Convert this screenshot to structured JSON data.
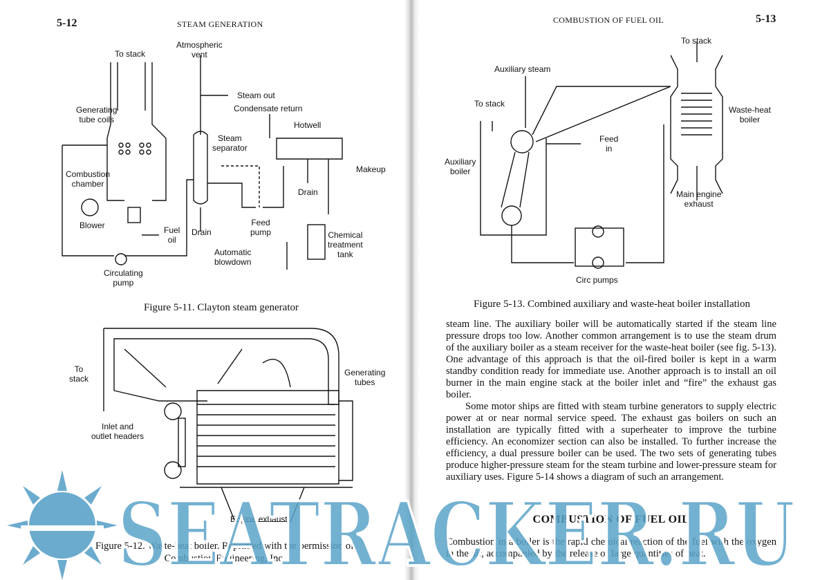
{
  "left_page": {
    "page_number": "5-12",
    "running_head": "STEAM GENERATION",
    "figure_5_11": {
      "caption": "Figure 5-11. Clayton steam generator",
      "labels": {
        "to_stack": "To stack",
        "atmospheric_vent": "Atmospheric\nvent",
        "steam_out": "Steam out",
        "generating_tube_coils": "Generating\ntube coils",
        "condensate_return": "Condensate return",
        "steam_separator": "Steam\nseparator",
        "hotwell": "Hotwell",
        "combustion_chamber": "Combustion\nchamber",
        "makeup": "Makeup",
        "drain_1": "Drain",
        "drain_2": "Drain",
        "blower": "Blower",
        "fuel_oil": "Fuel\noil",
        "feed_pump": "Feed\npump",
        "chemical_treatment_tank": "Chemical\ntreatment\ntank",
        "automatic_blowdown": "Automatic\nblowdown",
        "circulating_pump": "Circulating\npump"
      }
    },
    "figure_5_12": {
      "caption_line1": "Figure 5-12. Waste-heat boiler. Reprinted with the permission of",
      "caption_line2": "Combustion Engineering, Inc.",
      "labels": {
        "to_stack": "To\nstack",
        "generating_tubes": "Generating\ntubes",
        "inlet_outlet_headers": "Inlet and\noutlet headers",
        "engine_exhaust": "Engine exhaust"
      }
    }
  },
  "right_page": {
    "page_number": "5-13",
    "running_head": "COMBUSTION OF FUEL OIL",
    "figure_5_13": {
      "caption": "Figure 5-13. Combined auxiliary and waste-heat boiler installation",
      "labels": {
        "to_stack_top": "To stack",
        "auxiliary_steam": "Auxiliary steam",
        "to_stack_left": "To stack",
        "waste_heat_boiler": "Waste-heat\nboiler",
        "feed_in": "Feed\nin",
        "auxiliary_boiler": "Auxiliary\nboiler",
        "main_engine_exhaust": "Main engine\nexhaust",
        "circ_pumps": "Circ pumps"
      }
    },
    "paragraph_1": "steam line. The auxiliary boiler will be automatically started if the steam line pressure drops too low. Another common arrangement is to use the steam drum of the auxiliary boiler as a steam receiver for the waste-heat boiler (see fig. 5-13). One advantage of this approach is that the oil-fired boiler is kept in a warm standby condition ready for immediate use. Another approach is to install an oil burner in the main engine stack at the boiler inlet and “fire” the exhaust gas boiler.",
    "paragraph_2": "Some motor ships are fitted with steam turbine generators to supply electric power at or near normal service speed. The exhaust gas boilers on such an installation are typically fitted with a superheater to improve the turbine efficiency. An economizer section can also be installed. To further increase the efficiency, a dual pressure boiler can be used. The two sets of generating tubes produce higher-pressure steam for the steam turbine and lower-pressure steam for auxiliary uses. Figure 5-14 shows a diagram of such an arrangement.",
    "section_heading": "COMBUSTION OF FUEL OIL",
    "paragraph_3": "Combustion in a boiler is the rapid chemical reaction of the fuel with the oxygen in the air, accompanied by the release of large quantities of heat."
  },
  "watermark": {
    "text": "SEATRACKER.RU",
    "color": "#5ba3c9"
  }
}
